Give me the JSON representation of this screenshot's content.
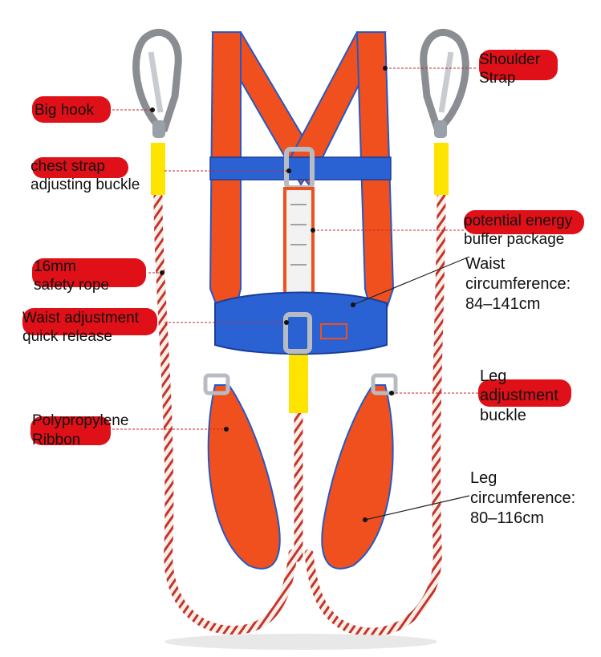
{
  "labels": {
    "big_hook": "Big hook",
    "shoulder_line1": "Shoulder",
    "shoulder_line2": "Strap",
    "chest_line1": "chest strap",
    "chest_line2": "adjusting buckle",
    "buffer_line1": "potential energy",
    "buffer_line2": "buffer package",
    "rope_line1": "16mm",
    "rope_line2": "safety rope",
    "waist_circ_line1": "Waist",
    "waist_circ_line2": "circumference:",
    "waist_circ_line3": "84–141cm",
    "waist_adj_line1": "Waist adjustment",
    "waist_adj_line2": "quick release",
    "leg_adj_line1": "Leg",
    "leg_adj_line2": "adjustment",
    "leg_adj_line3": "buckle",
    "ribbon_line1": "Polypropylene",
    "ribbon_line2": "Ribbon",
    "leg_circ_line1": "Leg",
    "leg_circ_line2": "circumference:",
    "leg_circ_line3": "80–116cm"
  },
  "colors": {
    "label_pill": "#e01018",
    "strap_orange": "#f0501e",
    "strap_blue": "#2458c8",
    "rope_white": "#f4efe8",
    "rope_stripe": "#c8322a",
    "yellow_sleeve": "#ffe400",
    "leader_line": "#c82828"
  }
}
